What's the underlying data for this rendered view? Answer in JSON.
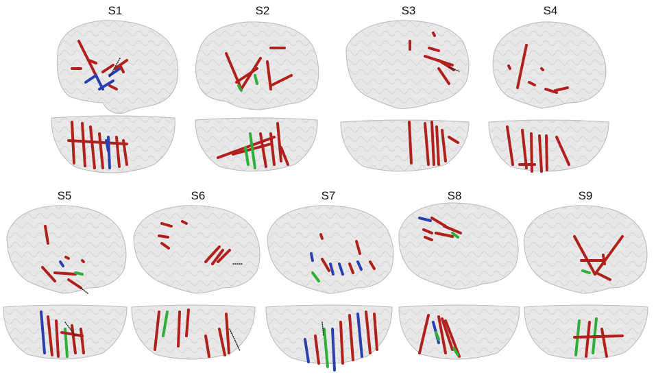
{
  "subjects": [
    {
      "id": "S1"
    },
    {
      "id": "S2"
    },
    {
      "id": "S3"
    },
    {
      "id": "S4"
    },
    {
      "id": "S5"
    },
    {
      "id": "S6"
    },
    {
      "id": "S7"
    },
    {
      "id": "S8"
    },
    {
      "id": "S9"
    }
  ],
  "colors": {
    "electrode_red": "#b0201c",
    "electrode_blue": "#2a3fb0",
    "electrode_green": "#2fae3a",
    "brain_fill": "#e8e8e8",
    "brain_edge": "#b8b8b8"
  }
}
